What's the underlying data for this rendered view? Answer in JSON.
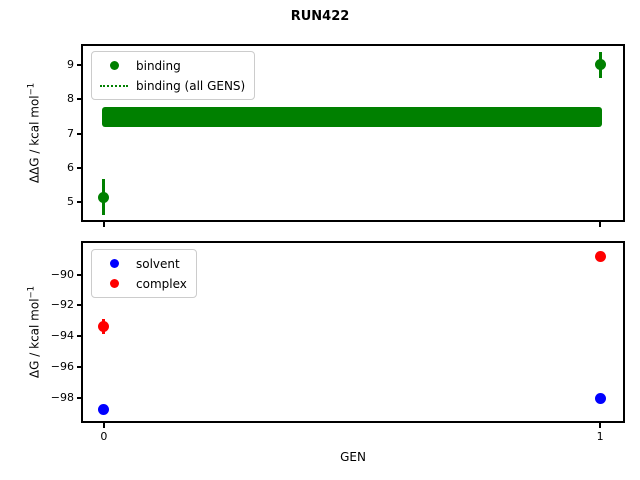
{
  "header": {
    "title": "RUN422"
  },
  "colors": {
    "binding": "#008000",
    "solvent": "#0000ff",
    "complex": "#ff0000",
    "axis": "#000000",
    "legend_border": "#cccccc",
    "background": "#ffffff"
  },
  "chart_data": [
    {
      "type": "scatter",
      "title": "",
      "ylabel": "ΔΔG / kcal mol⁻¹",
      "ylabel_base": "ΔΔG / kcal mol",
      "ylabel_sup": "−1",
      "ylim": [
        4.48,
        9.55
      ],
      "yticks": [
        5,
        6,
        7,
        8,
        9
      ],
      "xlim": [
        -0.042,
        1.046
      ],
      "xticks": [
        0,
        1
      ],
      "x_tick_labels_shown": false,
      "grid": false,
      "series": [
        {
          "name": "binding",
          "color": "#008000",
          "marker": "circle",
          "x": [
            0,
            1
          ],
          "y": [
            5.15,
            9.0
          ],
          "yerr": [
            0.53,
            0.38
          ]
        }
      ],
      "band": {
        "label": "binding (all GENS)",
        "color": "#008000",
        "x": [
          -0.004,
          1.004
        ],
        "y_low": 7.19,
        "y_high": 7.78
      },
      "legend": {
        "position": "upper left",
        "items": [
          {
            "label": "binding",
            "sample": "dot",
            "color": "#008000"
          },
          {
            "label": "binding (all GENS)",
            "sample": "dotted-line",
            "color": "#008000"
          }
        ]
      }
    },
    {
      "type": "scatter",
      "title": "",
      "xlabel": "GEN",
      "ylabel": "ΔG / kcal mol⁻¹",
      "ylabel_base": "ΔG / kcal mol",
      "ylabel_sup": "−1",
      "ylim": [
        -99.5,
        -87.95
      ],
      "yticks": [
        -90,
        -92,
        -94,
        -96,
        -98
      ],
      "xlim": [
        -0.042,
        1.046
      ],
      "xticks": [
        0,
        1
      ],
      "x_tick_labels_shown": true,
      "grid": false,
      "series": [
        {
          "name": "solvent",
          "color": "#0000ff",
          "marker": "circle",
          "x": [
            0,
            1
          ],
          "y": [
            -98.75,
            -98.05
          ],
          "yerr": [
            0.15,
            0.1
          ]
        },
        {
          "name": "complex",
          "color": "#ff0000",
          "marker": "circle",
          "x": [
            0,
            1
          ],
          "y": [
            -93.35,
            -88.8
          ],
          "yerr": [
            0.48,
            0.1
          ]
        }
      ],
      "legend": {
        "position": "upper left",
        "items": [
          {
            "label": "solvent",
            "sample": "dot",
            "color": "#0000ff"
          },
          {
            "label": "complex",
            "sample": "dot",
            "color": "#ff0000"
          }
        ]
      }
    }
  ]
}
